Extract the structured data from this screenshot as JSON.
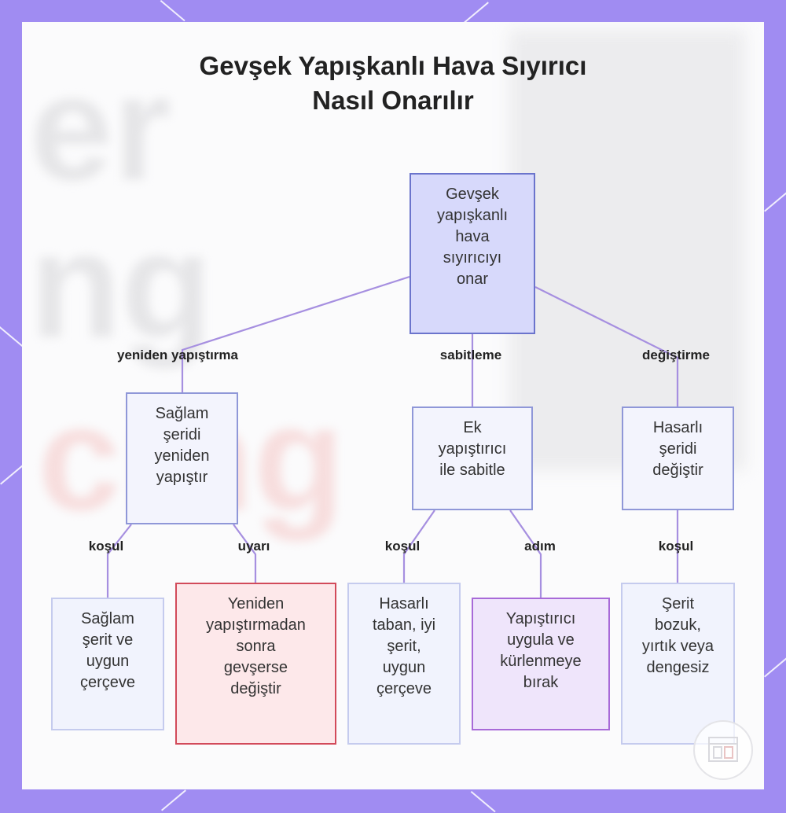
{
  "title": {
    "line1": "Gevşek Yapışkanlı Hava Sıyırıcı",
    "line2": "Nasıl Onarılır"
  },
  "nodes": {
    "root": [
      "Gevşek",
      "yapışkanlı",
      "hava",
      "sıyırıcıyı",
      "onar"
    ],
    "reattach": [
      "Sağlam",
      "şeridi",
      "yeniden",
      "yapıştır"
    ],
    "fix": [
      "Ek",
      "yapıştırıcı",
      "ile sabitle"
    ],
    "replace": [
      "Hasarlı",
      "şeridi",
      "değiştir"
    ],
    "reattach_condition": [
      "Sağlam",
      "şerit ve",
      "uygun",
      "çerçeve"
    ],
    "reattach_warning": [
      "Yeniden",
      "yapıştırmadan",
      "sonra",
      "gevşerse",
      "değiştir"
    ],
    "fix_condition": [
      "Hasarlı",
      "taban, iyi",
      "şerit,",
      "uygun",
      "çerçeve"
    ],
    "fix_step": [
      "Yapıştırıcı",
      "uygula ve",
      "kürlenmeye",
      "bırak"
    ],
    "replace_condition": [
      "Şerit",
      "bozuk,",
      "yırtık veya",
      "dengesiz"
    ]
  },
  "edge_labels": {
    "reattach": "yeniden yapıştırma",
    "fix": "sabitleme",
    "replace": "değiştirme",
    "reattach_condition": "koşul",
    "reattach_warning": "uyarı",
    "fix_condition": "koşul",
    "fix_step": "adım",
    "replace_condition": "koşul"
  },
  "colors": {
    "frame": "#a08cf2",
    "edge": "#a68fe0",
    "root_fill": "#d7d9fb",
    "warning_border": "#d24a5a",
    "step_border": "#a86ad8"
  },
  "watermark": {
    "icon": "logo-watermark-icon"
  }
}
